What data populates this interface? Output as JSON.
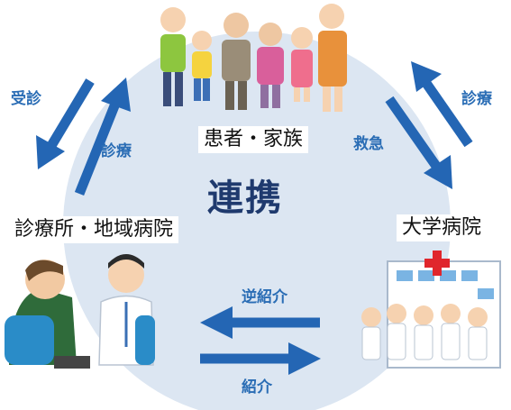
{
  "center_label": "連携",
  "nodes": {
    "patients": "患者・家族",
    "clinic": "診療所・地域病院",
    "hospital": "大学病院"
  },
  "arrows": {
    "clinic_to_patients": "受診",
    "patients_from_clinic": "診療",
    "patients_to_hospital": "救急",
    "hospital_to_patients": "診療",
    "hospital_to_clinic": "逆紹介",
    "clinic_to_hospital": "紹介"
  },
  "colors": {
    "circle": "#dce6f2",
    "arrow": "#2466b4",
    "cross": "#e0262c"
  },
  "icons": [
    "family-illustration",
    "doctor-patient-illustration",
    "hospital-staff-illustration"
  ]
}
